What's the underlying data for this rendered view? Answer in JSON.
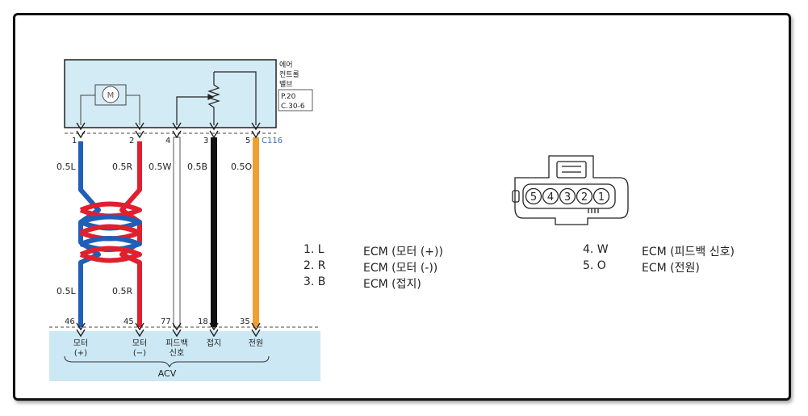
{
  "component": {
    "name_lines": [
      "에어",
      "컨트롤",
      "밸브"
    ],
    "ref_lines": [
      "P.20",
      "C.30-6"
    ],
    "connector_id": "C116",
    "motor_label": "M"
  },
  "wires": [
    {
      "pin": "1",
      "size_color": "0.5L",
      "size_color_lower": "0.5L",
      "ecm_pin": "46",
      "bottom_label": [
        "모터",
        "(+)"
      ],
      "color": "#1f5fb8"
    },
    {
      "pin": "2",
      "size_color": "0.5R",
      "size_color_lower": "0.5R",
      "ecm_pin": "45",
      "bottom_label": [
        "모터",
        "(−)"
      ],
      "color": "#e0202f"
    },
    {
      "pin": "4",
      "size_color": "0.5W",
      "size_color_lower": "",
      "ecm_pin": "77",
      "bottom_label": [
        "피드백",
        "신호"
      ],
      "color": "#ffffff"
    },
    {
      "pin": "3",
      "size_color": "0.5B",
      "size_color_lower": "",
      "ecm_pin": "18",
      "bottom_label": [
        "접지"
      ],
      "color": "#111111"
    },
    {
      "pin": "5",
      "size_color": "0.5O",
      "size_color_lower": "",
      "ecm_pin": "35",
      "bottom_label": [
        "전원"
      ],
      "color": "#f0a030"
    }
  ],
  "ecm": {
    "label": "ACV"
  },
  "connector_face": {
    "pins": [
      "5",
      "4",
      "3",
      "2",
      "1"
    ]
  },
  "legend": {
    "left": [
      {
        "num": "1. L",
        "desc": "ECM (모터 (+))"
      },
      {
        "num": "2. R",
        "desc": "ECM (모터 (-))"
      },
      {
        "num": "3. B",
        "desc": "ECM (접지)"
      }
    ],
    "right": [
      {
        "num": "4. W",
        "desc": "ECM (피드백 신호)"
      },
      {
        "num": "5. O",
        "desc": "ECM (전원)"
      }
    ]
  },
  "colors": {
    "box_fill": "#d3ebf5",
    "ecm_fill": "#cce8f4",
    "connector_id_color": "#3a6fb0"
  }
}
